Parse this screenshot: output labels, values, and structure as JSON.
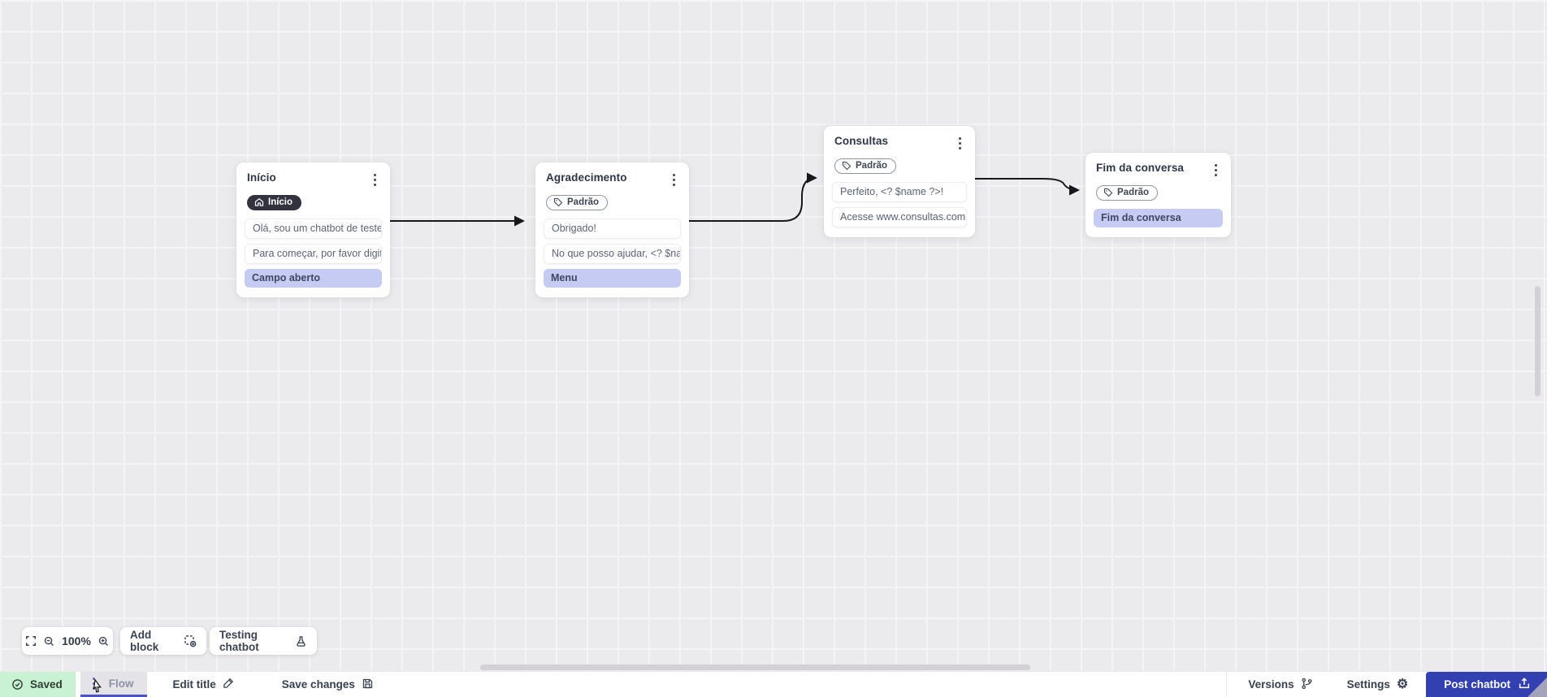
{
  "canvas": {
    "nodes": [
      {
        "title": "Início",
        "badge": "Início",
        "badge_icon": "home-icon",
        "blocks": [
          {
            "type": "text",
            "text": "Olá, sou um chatbot de teste!"
          },
          {
            "type": "text",
            "text": "Para começar, por favor digite o ..."
          },
          {
            "type": "input",
            "text": "Campo aberto"
          }
        ]
      },
      {
        "title": "Agradecimento",
        "badge": "Padrão",
        "badge_icon": "tag-icon",
        "blocks": [
          {
            "type": "text",
            "text": "Obrigado!"
          },
          {
            "type": "text",
            "text": "No que posso ajudar, <? $name ..."
          },
          {
            "type": "input",
            "text": "Menu"
          }
        ]
      },
      {
        "title": "Consultas",
        "badge": "Padrão",
        "badge_icon": "tag-icon",
        "blocks": [
          {
            "type": "text",
            "text": "Perfeito, <? $name ?>!"
          },
          {
            "type": "text",
            "text": "Acesse www.consultas.com par..."
          }
        ]
      },
      {
        "title": "Fim da conversa",
        "badge": "Padrão",
        "badge_icon": "tag-icon",
        "blocks": [
          {
            "type": "input",
            "text": "Fim da conversa"
          }
        ]
      }
    ],
    "connections": [
      "inicio → agradecimento",
      "agradecimento → consultas",
      "consultas → fim-da-conversa"
    ]
  },
  "toolbar": {
    "zoom_level": "100%",
    "add_block_label": "Add block",
    "testing_label": "Testing chatbot",
    "icons": [
      "fullscreen-icon",
      "zoom-out-icon",
      "zoom-in-icon",
      "add-block-icon",
      "flask-icon"
    ]
  },
  "statusbar": {
    "saved_label": "Saved",
    "flow_tab_label": "Flow",
    "edit_title_label": "Edit title",
    "save_changes_label": "Save changes",
    "versions_label": "Versions",
    "settings_label": "Settings",
    "post_label": "Post chatbot",
    "icons": [
      "check-circle-icon",
      "kebab-icon",
      "pencil-icon",
      "floppy-icon",
      "git-branch-icon",
      "gear-icon",
      "publish-icon"
    ]
  },
  "colors": {
    "canvas_bg": "#ebeaed",
    "grid_line": "#f4f3f6",
    "node_bg": "#ffffff",
    "input_block_bg": "#c6cbf3",
    "start_badge_bg": "#33333f",
    "saved_bg": "#c9f2d4",
    "accent_indigo": "#4a53c4",
    "post_button_bg": "#3340b2",
    "edge_stroke": "#17181c"
  }
}
